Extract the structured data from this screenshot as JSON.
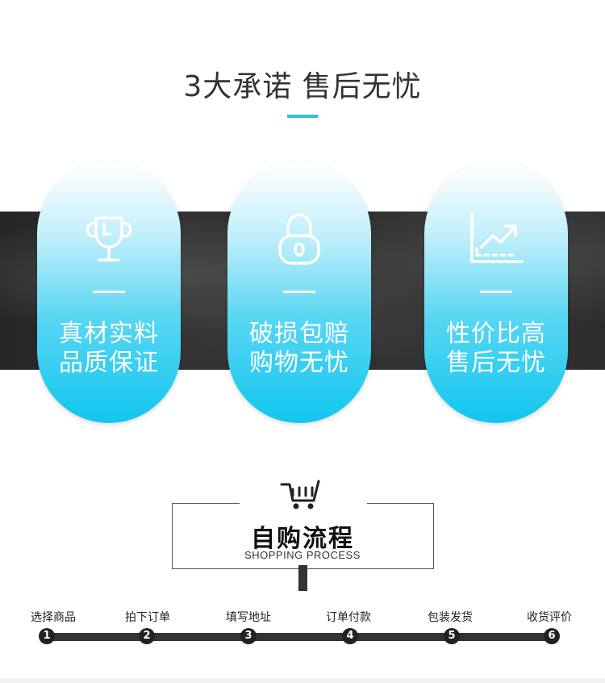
{
  "header": {
    "title": "3大承诺  售后无忧",
    "accent_color": "#29c1e6"
  },
  "promises": [
    {
      "icon": "trophy-icon",
      "line1": "真材实料",
      "line2": "品质保证"
    },
    {
      "icon": "lock-icon",
      "line1": "破损包赔",
      "line2": "购物无忧"
    },
    {
      "icon": "chart-up-icon",
      "line1": "性价比高",
      "line2": "售后无忧"
    }
  ],
  "flow": {
    "icon": "shopping-cart-icon",
    "title": "自购流程",
    "subtitle": "SHOPPING PROCESS",
    "steps": [
      {
        "num": "1",
        "label": "选择商品"
      },
      {
        "num": "2",
        "label": "拍下订单"
      },
      {
        "num": "3",
        "label": "填写地址"
      },
      {
        "num": "4",
        "label": "订单付款"
      },
      {
        "num": "5",
        "label": "包装发货"
      },
      {
        "num": "6",
        "label": "收货评价"
      }
    ]
  }
}
